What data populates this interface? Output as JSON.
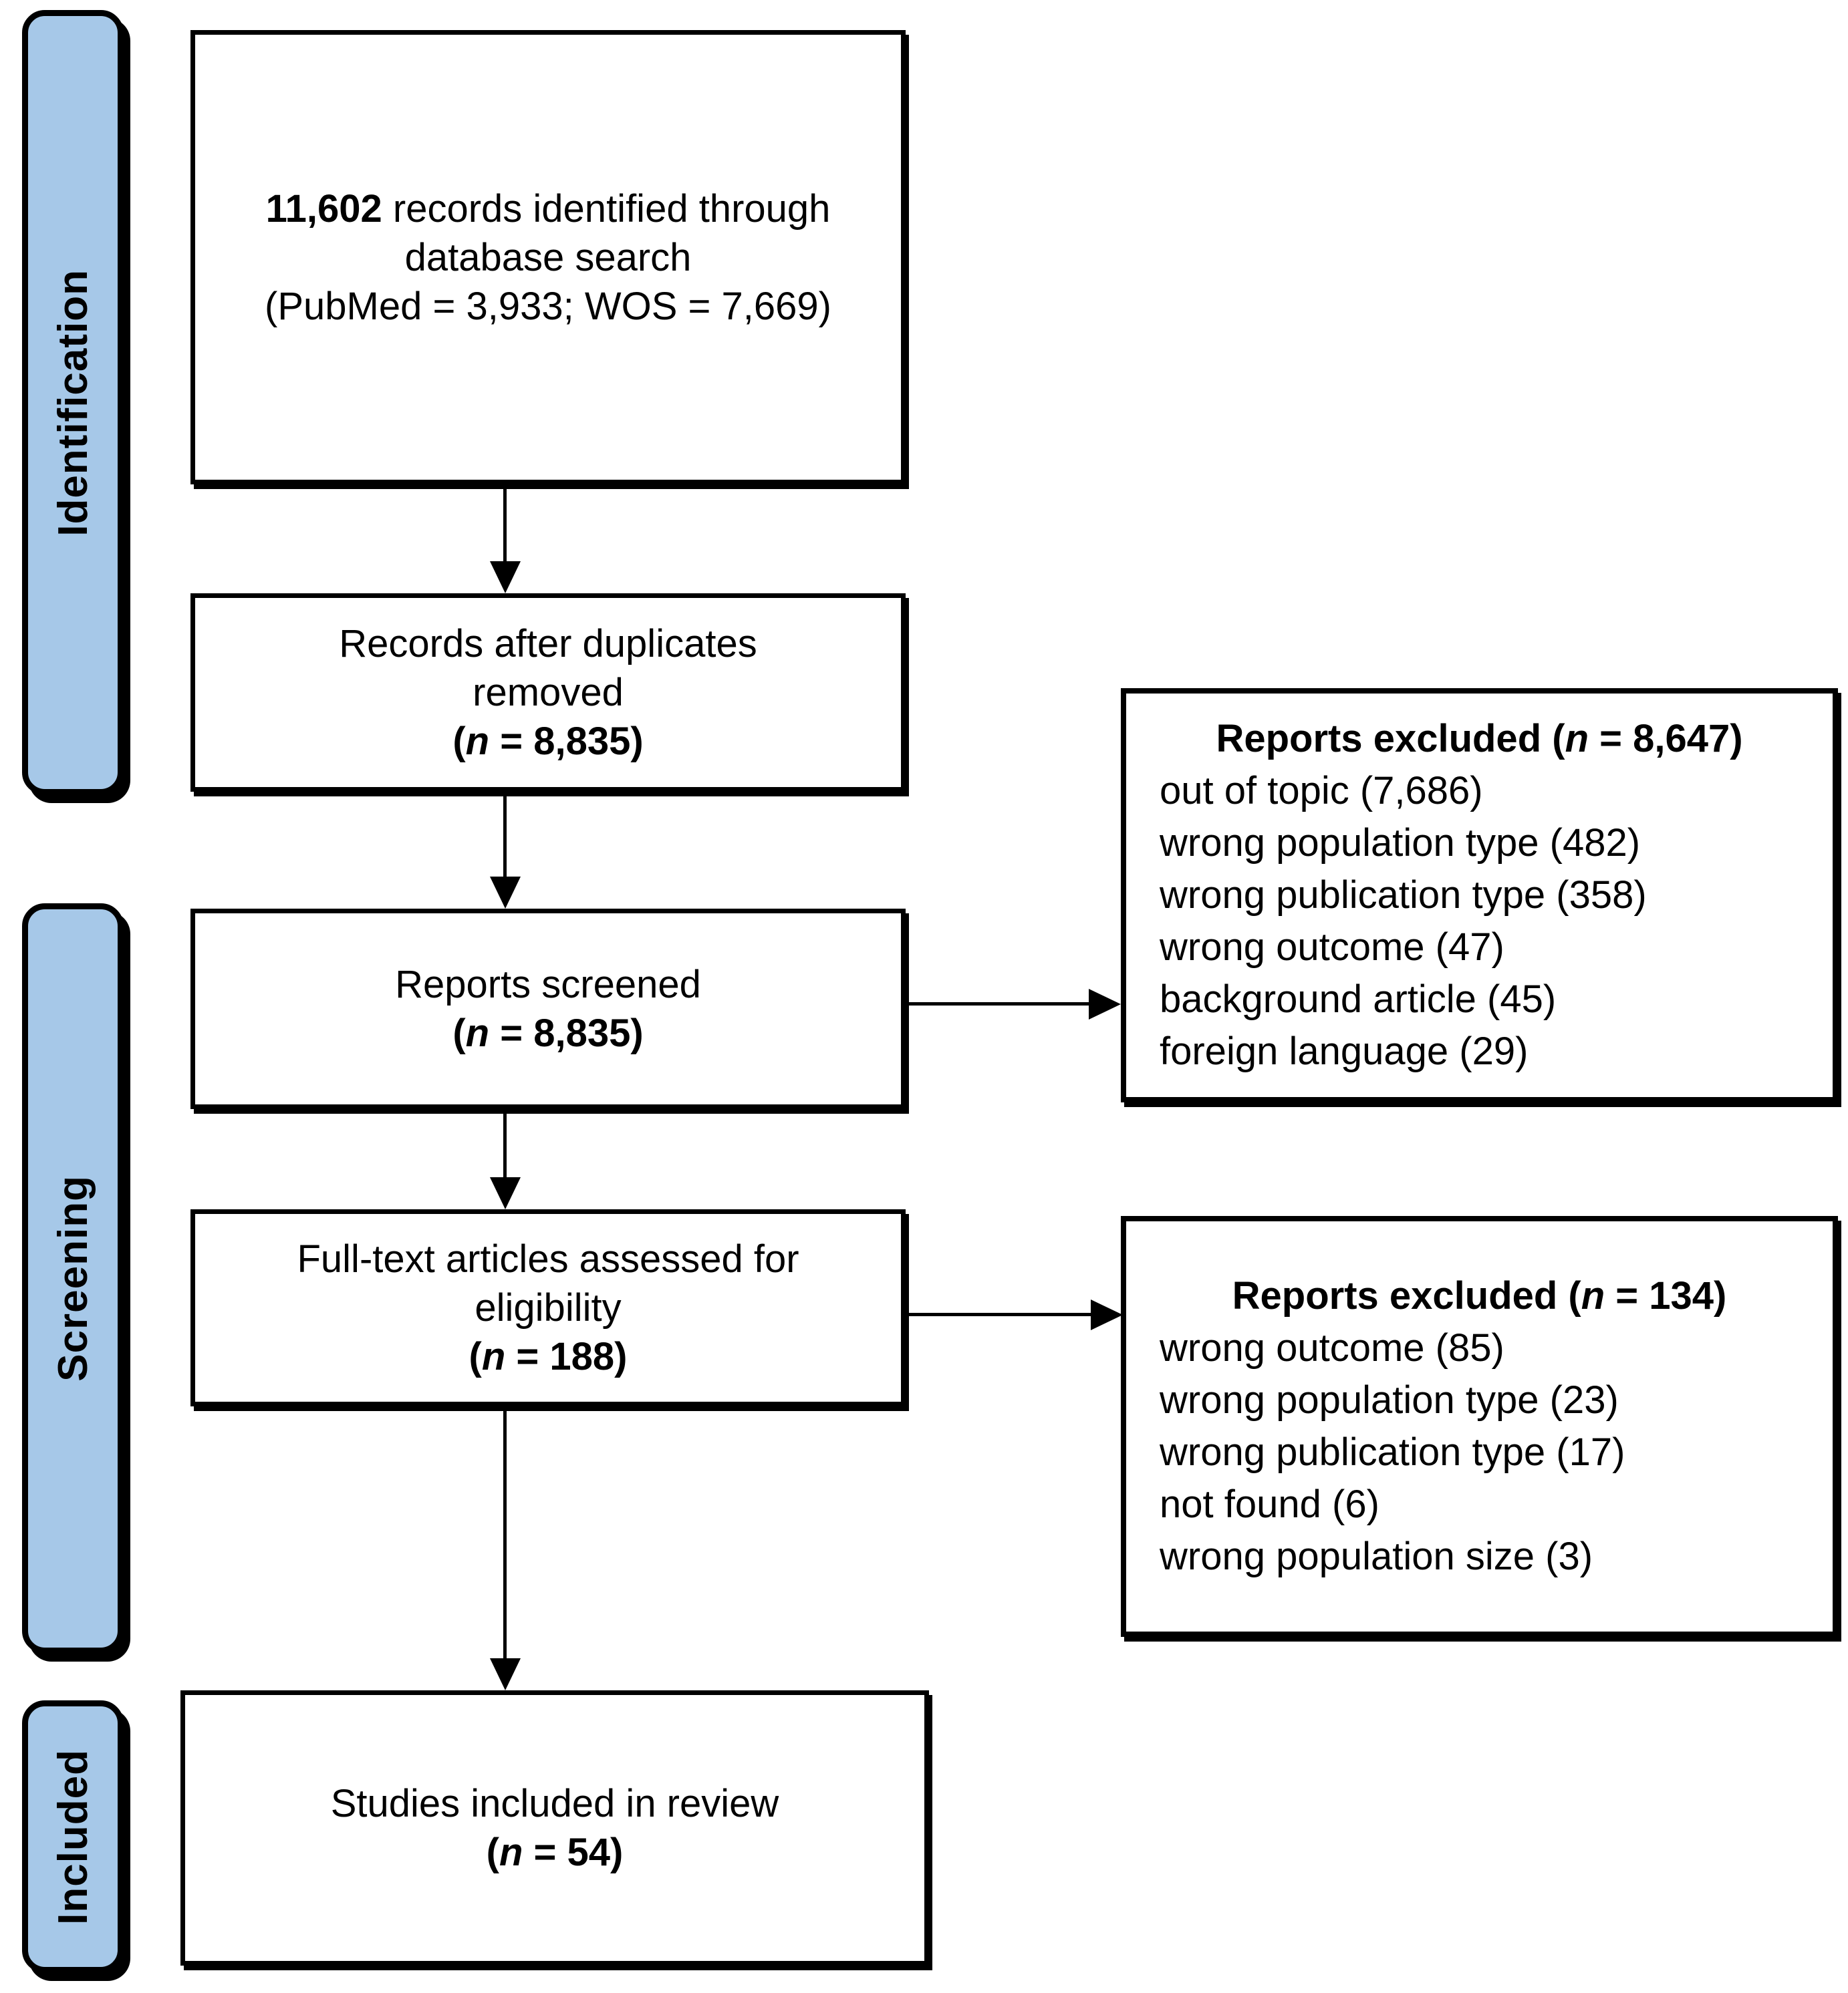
{
  "palette": {
    "stage_fill": "#a6c8e8",
    "line_color": "#000000",
    "page_bg": "#ffffff"
  },
  "stages": [
    {
      "label": "Identification"
    },
    {
      "label": "Screening"
    },
    {
      "label": "Included"
    }
  ],
  "flow": [
    {
      "id": "records-identified",
      "lines": [
        [
          {
            "t": "11,602",
            "b": 1
          },
          {
            "t": " records identified through"
          }
        ],
        [
          {
            "t": "database search"
          }
        ],
        [
          {
            "t": "(PubMed = 3,933; WOS = 7,669)"
          }
        ]
      ]
    },
    {
      "id": "duplicates-removed",
      "lines": [
        [
          {
            "t": "Records after duplicates"
          }
        ],
        [
          {
            "t": "removed"
          }
        ],
        [
          {
            "t": "(",
            "b": 1
          },
          {
            "t": "n",
            "b": 1,
            "i": 1
          },
          {
            "t": " = 8,835)",
            "b": 1
          }
        ]
      ]
    },
    {
      "id": "reports-screened",
      "lines": [
        [
          {
            "t": "Reports screened"
          }
        ],
        [
          {
            "t": "(",
            "b": 1
          },
          {
            "t": "n",
            "b": 1,
            "i": 1
          },
          {
            "t": " = 8,835)",
            "b": 1
          }
        ]
      ]
    },
    {
      "id": "fulltext-assessed",
      "lines": [
        [
          {
            "t": "Full-text articles assessed for"
          }
        ],
        [
          {
            "t": "eligibility"
          }
        ],
        [
          {
            "t": "(",
            "b": 1
          },
          {
            "t": "n",
            "b": 1,
            "i": 1
          },
          {
            "t": " = 188)",
            "b": 1
          }
        ]
      ]
    },
    {
      "id": "studies-included",
      "lines": [
        [
          {
            "t": "Studies included in review"
          }
        ],
        [
          {
            "t": "(",
            "b": 1
          },
          {
            "t": "n",
            "b": 1,
            "i": 1
          },
          {
            "t": " = 54)",
            "b": 1
          }
        ]
      ]
    }
  ],
  "exclusions": [
    {
      "id": "excluded-at-screening",
      "title": [
        {
          "t": "Reports excluded (",
          "b": 1
        },
        {
          "t": "n",
          "b": 1,
          "i": 1
        },
        {
          "t": " = 8,647)",
          "b": 1
        }
      ],
      "items": [
        "out of topic (7,686)",
        "wrong population type (482)",
        "wrong publication type (358)",
        "wrong outcome (47)",
        "background article (45)",
        "foreign language (29)"
      ]
    },
    {
      "id": "excluded-at-fulltext",
      "title": [
        {
          "t": "Reports excluded (",
          "b": 1
        },
        {
          "t": "n",
          "b": 1,
          "i": 1
        },
        {
          "t": " = 134)",
          "b": 1
        }
      ],
      "items": [
        "wrong outcome (85)",
        "wrong population type (23)",
        "wrong publication type (17)",
        "not found (6)",
        "wrong population size (3)"
      ]
    }
  ]
}
